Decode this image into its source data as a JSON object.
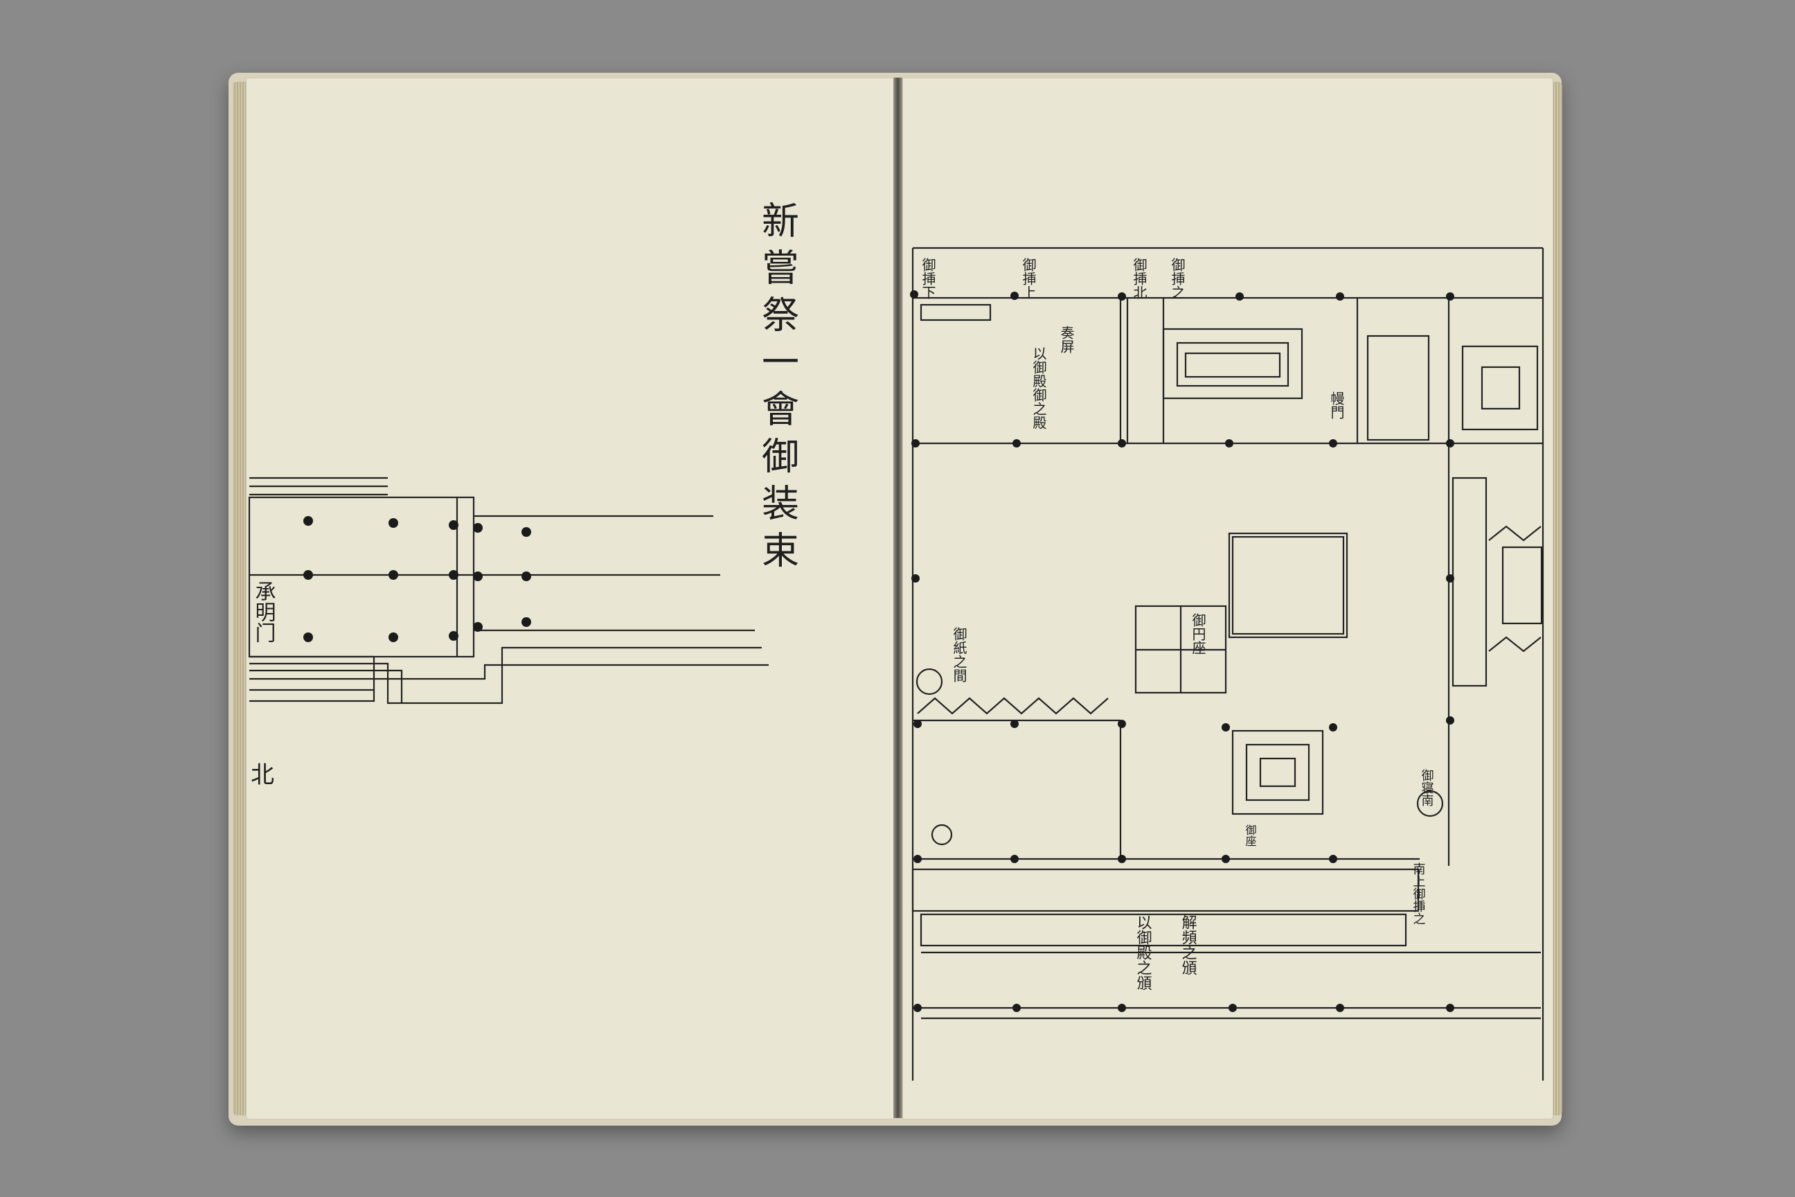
{
  "left_page": {
    "title": "新嘗祭一會御装束",
    "gate_label": "承明门",
    "direction_label": "北"
  },
  "right_page": {
    "labels": [
      "御挿下",
      "御挿上",
      "御挿北",
      "御挿之",
      "奏屏",
      "以御殿御之殿",
      "御円座",
      "御紙之間",
      "解頻之頒",
      "以御殿之頒",
      "南上御挿之",
      "幔門",
      "御寝南",
      "御座"
    ]
  }
}
